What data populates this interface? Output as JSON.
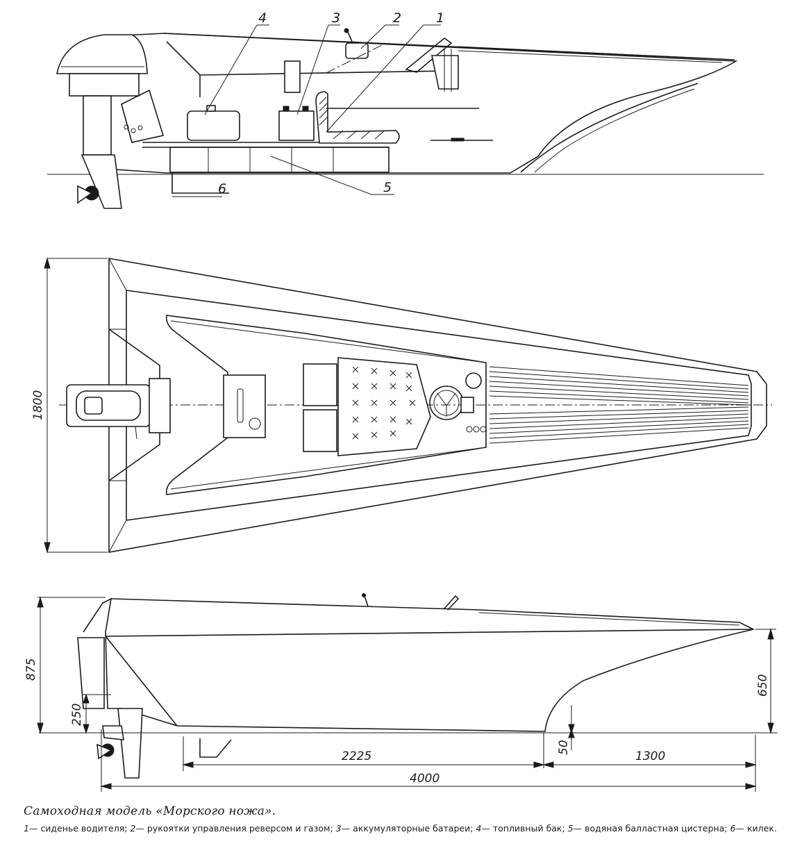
{
  "side_section_view": {
    "callouts": [
      {
        "num": "1",
        "text": "1"
      },
      {
        "num": "2",
        "text": "2"
      },
      {
        "num": "3",
        "text": "3"
      },
      {
        "num": "4",
        "text": "4"
      },
      {
        "num": "5",
        "text": "5"
      },
      {
        "num": "6",
        "text": "6"
      }
    ]
  },
  "plan_view": {
    "beam_dimension": "1800"
  },
  "side_view": {
    "dimensions": {
      "height_total": "875",
      "height_transom": "250",
      "height_bow": "650",
      "keel_offset": "50",
      "length_mid": "2225",
      "length_bow": "1300",
      "length_total": "4000"
    }
  },
  "caption": {
    "title": "Самоходная модель «Морского ножа».",
    "legend": [
      {
        "num": "1",
        "text": "сиденье водителя;"
      },
      {
        "num": "2",
        "text": "рукоятки управления реверсом и газом;"
      },
      {
        "num": "3",
        "text": "аккумуляторные батареи;"
      },
      {
        "num": "4",
        "text": "топливный бак;"
      },
      {
        "num": "5",
        "text": "водяная балластная цистерна;"
      },
      {
        "num": "6",
        "text": "килек."
      }
    ]
  }
}
